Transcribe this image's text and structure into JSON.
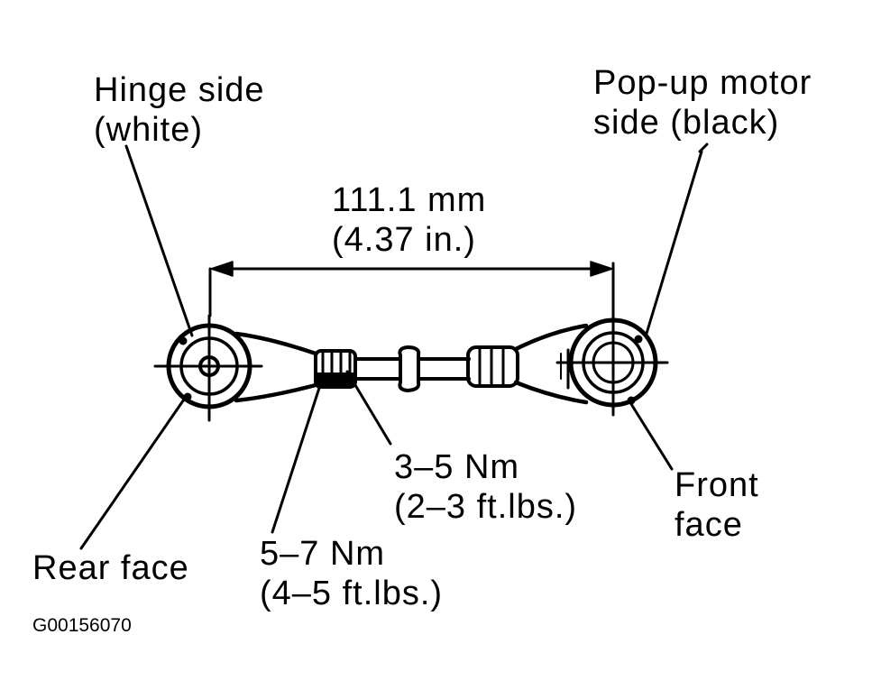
{
  "labels": {
    "hinge_side_line1": "Hinge side",
    "hinge_side_line2": "(white)",
    "motor_side_line1": "Pop-up motor",
    "motor_side_line2": "side (black)",
    "length_mm": "111.1 mm",
    "length_in": "(4.37 in.)",
    "torque_small_nm": "3–5 Nm",
    "torque_small_ftlbs": "(2–3 ft.lbs.)",
    "torque_large_nm": "5–7 Nm",
    "torque_large_ftlbs": "(4–5 ft.lbs.)",
    "front_face_line1": "Front",
    "front_face_line2": "face",
    "rear_face": "Rear face",
    "figure_code": "G00156070"
  },
  "colors": {
    "ink": "#000000",
    "background": "#ffffff"
  }
}
